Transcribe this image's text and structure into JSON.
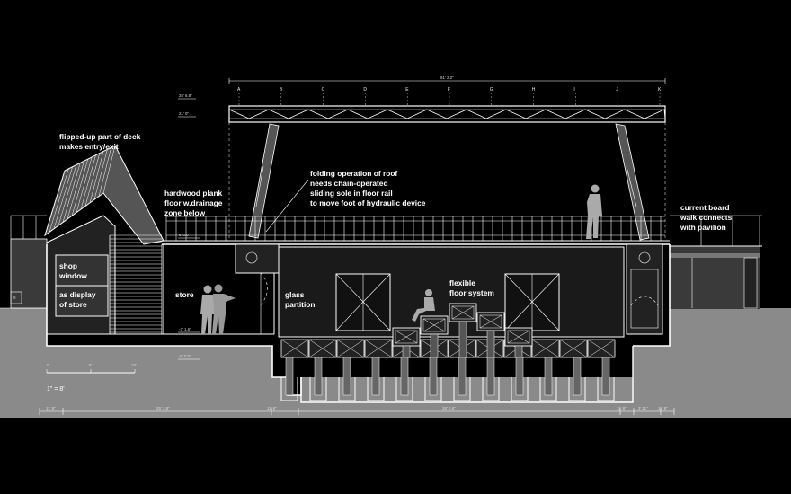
{
  "labels": {
    "deck_1": "flipped-up part of deck",
    "deck_2": "makes entry/exit",
    "plank_1": "hardwood plank",
    "plank_2": "floor w.drainage",
    "plank_3": "zone below",
    "roof_1": "folding operation of roof",
    "roof_2": "needs chain-operated",
    "roof_3": "sliding sole in floor rail",
    "roof_4": "to move foot of hydraulic device",
    "board_1": "current board",
    "board_2": "walk connects",
    "board_3": "with pavilion",
    "shop_1": "shop",
    "shop_2": "window",
    "display_1": "as display",
    "display_2": "of store",
    "store": "store",
    "glass_1": "glass",
    "glass_2": "partition",
    "flex_1": "flexible",
    "flex_2": "floor system",
    "zero_mark": "0"
  },
  "grid_letters": [
    "A",
    "B",
    "C",
    "D",
    "E",
    "F",
    "G",
    "H",
    "I",
    "J",
    "K"
  ],
  "dimensions": {
    "overall": "91' 2.2\"",
    "elev_1": "25' 6.8\"",
    "elev_2": "21' 0\"",
    "elev_deck": "6' 0.0\"",
    "elev_floor": "-3' 1.6\"",
    "elev_base": "-9' 0.0\"",
    "bottom": [
      "11' 8\"",
      "25' 3.8\"",
      "11' 8\"",
      "38' 4.8\"",
      "11' 8\"",
      "3' 11\"",
      "11' 8\""
    ]
  },
  "scale_bar": {
    "ticks": [
      "0",
      "5'",
      "10'"
    ],
    "caption": "1\" = 8'"
  }
}
